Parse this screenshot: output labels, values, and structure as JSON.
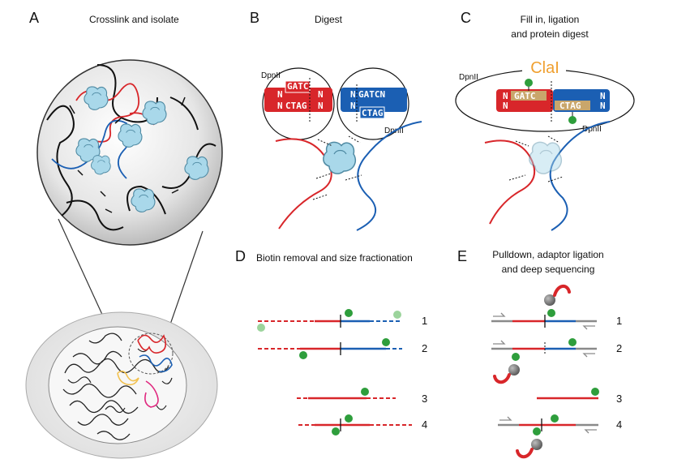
{
  "panels": {
    "a": {
      "letter": "A",
      "title": "Crosslink and isolate"
    },
    "b": {
      "letter": "B",
      "title": "Digest",
      "enzyme_left": "DpnII",
      "enzyme_right": "DpnII",
      "seq_red_top": "GATC",
      "seq_red_bottom": "CTAG",
      "seq_blue_top": "GATCN",
      "seq_blue_bottom": "CTAG",
      "n": "N"
    },
    "c": {
      "letter": "C",
      "title_line1": "Fill in, ligation",
      "title_line2": "and protein digest",
      "enzyme_center": "ClaI",
      "enzyme_left": "DpnII",
      "enzyme_right": "DpnII",
      "seq_top": "GATC",
      "seq_bottom": "CTAG"
    },
    "d": {
      "letter": "D",
      "title": "Biotin removal and size fractionation",
      "rows": [
        "1",
        "2",
        "3",
        "4"
      ]
    },
    "e": {
      "letter": "E",
      "title_line1": "Pulldown, adaptor ligation",
      "title_line2": "and deep sequencing",
      "rows": [
        "1",
        "2",
        "3",
        "4"
      ]
    }
  },
  "colors": {
    "red": "#d8262a",
    "blue": "#1b5fb3",
    "protein": "#a9d8ea",
    "biotin": "#2e9e3c",
    "adaptor": "#8a8a8a",
    "bead": "#7a7a7a",
    "clai": "#f0a030"
  },
  "icons": [
    "protein-complex-icon",
    "biotin-icon",
    "streptavidin-bead-icon",
    "nucleus-icon"
  ]
}
